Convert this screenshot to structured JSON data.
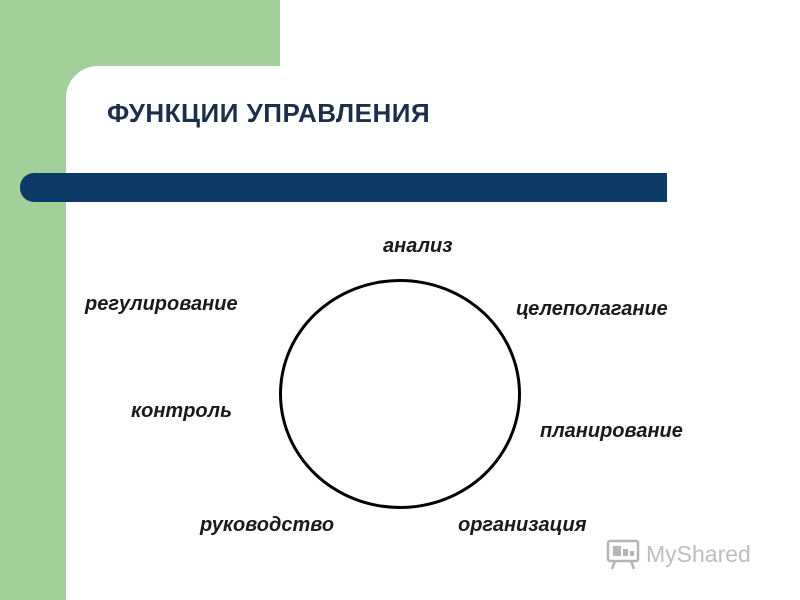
{
  "slide": {
    "title": "ФУНКЦИИ УПРАВЛЕНИЯ",
    "accent_color": "#0d3a66",
    "side_color": "#a3cf9a"
  },
  "cycle": {
    "functions": [
      "анализ",
      "целеполагание",
      "планирование",
      "организация",
      "руководство",
      "контроль",
      "регулирование"
    ]
  },
  "watermark": {
    "text": "MyShared",
    "icon": "myshared-logo-icon"
  }
}
